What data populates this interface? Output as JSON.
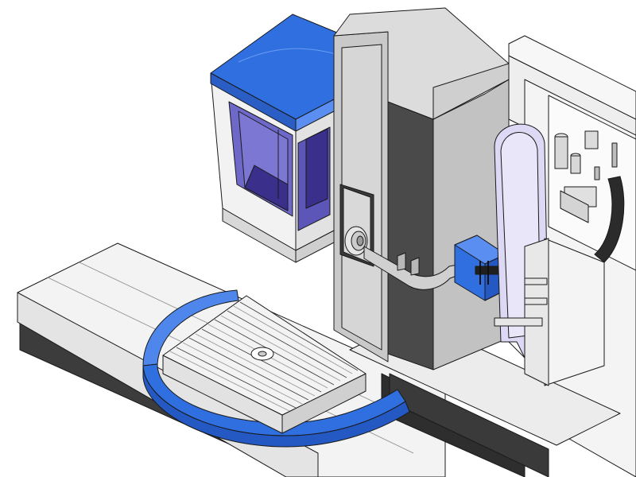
{
  "scene": {
    "title": "",
    "labels": []
  },
  "colors": {
    "background": "#ffffff",
    "outline": "#1a1a1a",
    "panel_light": "#eeeeee",
    "panel_mid": "#d2d2d2",
    "panel_dark": "#a9a9a9",
    "column_front": "#a8a8a8",
    "column_face": "#c8c8c8",
    "column_top": "#dcdcdc",
    "dark_slot": "#4a4a4a",
    "base_shadow": "#3c3c3c",
    "accent_blue": "#2f6fe0",
    "accent_blue_light": "#5a8ef0",
    "window_purple": "#6e68c8",
    "window_purple_dark": "#3a2f8a",
    "lavender": "#ddd8f4",
    "grid_line": "#444444"
  },
  "parts": [
    "machine-bed",
    "rotary-table",
    "table-blue-guard",
    "operator-cabin",
    "vertical-column",
    "spindle-head",
    "tool-changer-arm",
    "tool-magazine",
    "cable-carrier",
    "control-cabinet"
  ]
}
